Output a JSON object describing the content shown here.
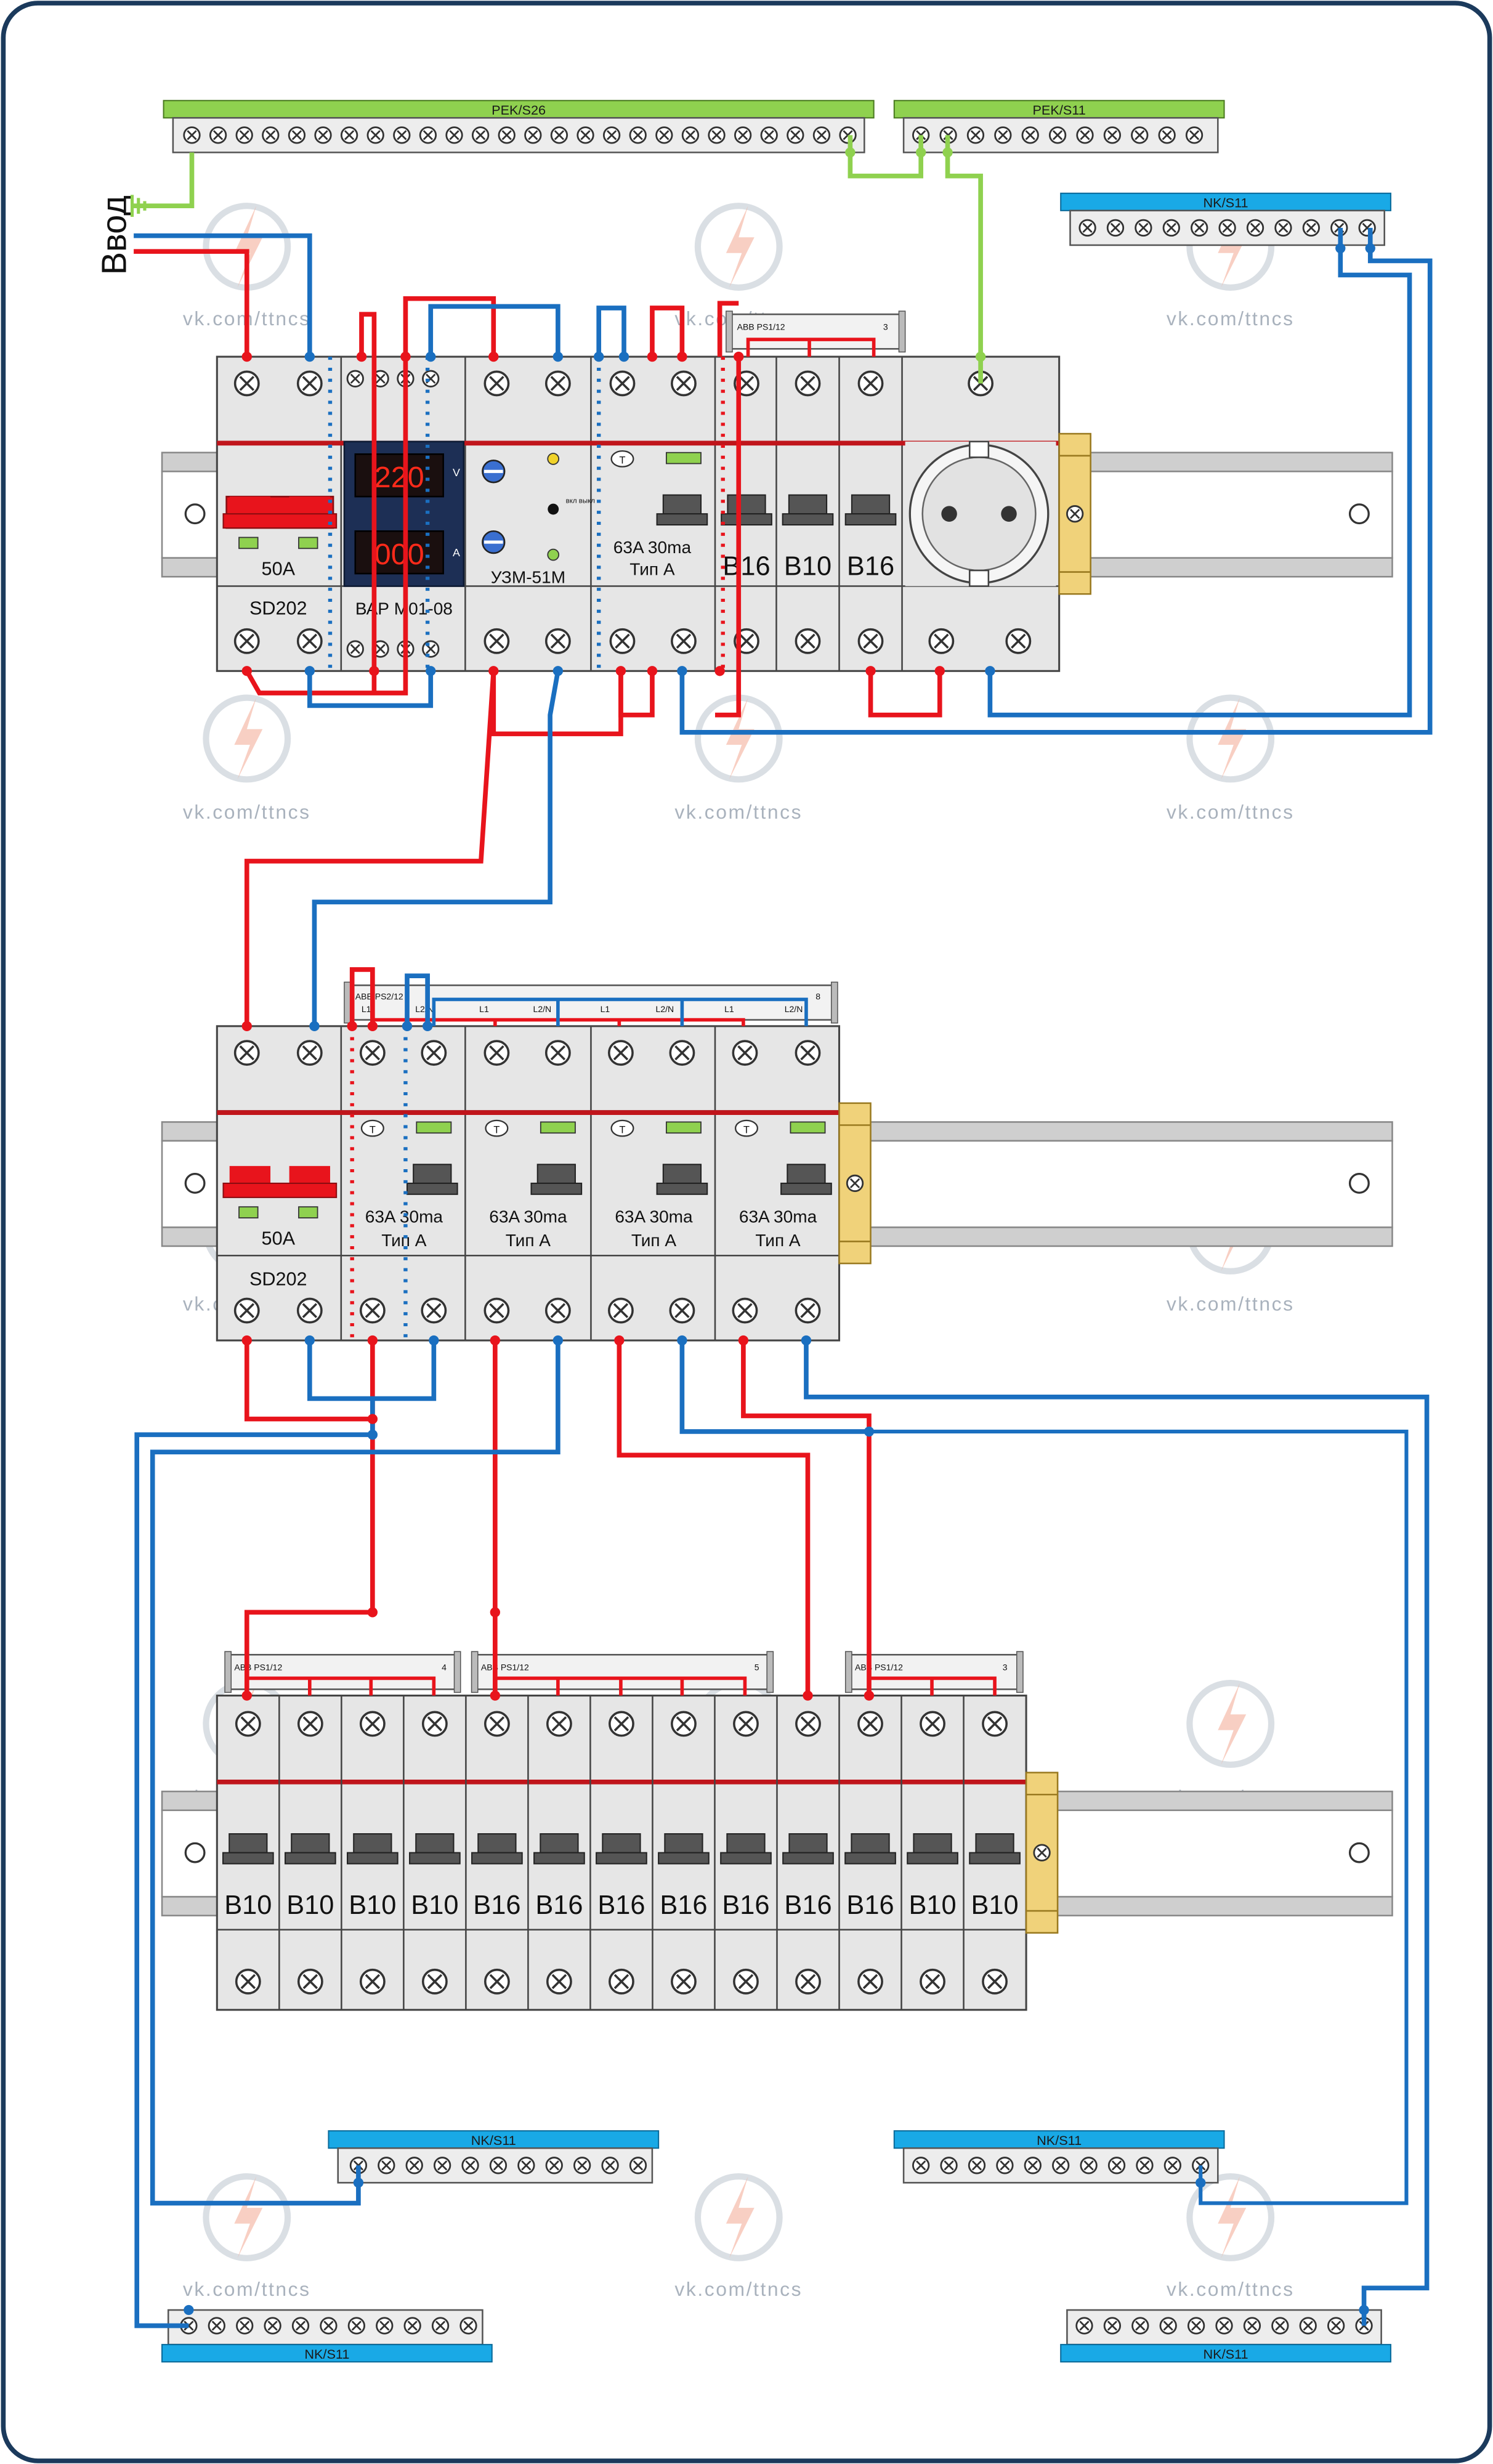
{
  "input_label": "Ввод",
  "watermark": "vk.com/ttncs",
  "colors": {
    "phase": "#e8141c",
    "neutral": "#1a6fc0",
    "earth": "#8fd14f",
    "earth_bus": "#8fd14f",
    "neutral_bus": "#19a9e6",
    "module": "#e6e6e6",
    "rail": "#c8c8c8",
    "end_stop": "#f0d27a",
    "frame": "#1b3a5c"
  },
  "buses": {
    "pe_top_left": "PEK/S26",
    "pe_top_right": "PEK/S11",
    "nk_top_right": "NK/S11",
    "nk_bottom_mid_left": "NK/S11",
    "nk_bottom_mid_right": "NK/S11",
    "nk_bottom_left": "NK/S11",
    "nk_bottom_right": "NK/S11"
  },
  "row1": {
    "main_switch": {
      "rating": "50A",
      "model": "SD202"
    },
    "meter": {
      "voltage": "220",
      "current": "000",
      "unit_v": "V",
      "unit_a": "A",
      "model": "ВАР М01-08"
    },
    "relay": {
      "model": "УЗМ-51М",
      "on_off": "вкл выкл"
    },
    "rcd": {
      "test": "T",
      "rating": "63A 30ma",
      "type": "Тип А"
    },
    "breakers": [
      "B16",
      "B10",
      "B16"
    ],
    "comb": {
      "label": "ABB PS1/12",
      "count": "3"
    }
  },
  "row2": {
    "main_switch": {
      "rating": "50A",
      "model": "SD202"
    },
    "rcds": [
      {
        "test": "T",
        "rating": "63A 30ma",
        "type": "Тип А"
      },
      {
        "test": "T",
        "rating": "63A 30ma",
        "type": "Тип А"
      },
      {
        "test": "T",
        "rating": "63A 30ma",
        "type": "Тип А"
      },
      {
        "test": "T",
        "rating": "63A 30ma",
        "type": "Тип А"
      }
    ],
    "comb": {
      "label": "ABB PS2/12",
      "count": "8",
      "pins": [
        "L1",
        "L2/N",
        "L1",
        "L2/N",
        "L1",
        "L2/N",
        "L1",
        "L2/N"
      ]
    }
  },
  "row3": {
    "breakers": [
      "B10",
      "B10",
      "B10",
      "B10",
      "B16",
      "B16",
      "B16",
      "B16",
      "B16",
      "B16",
      "B16",
      "B10",
      "B10"
    ],
    "combs": [
      {
        "label": "ABB PS1/12",
        "count": "4"
      },
      {
        "label": "ABB PS1/12",
        "count": "5"
      },
      {
        "label": "ABB PS1/12",
        "count": "3"
      }
    ]
  }
}
